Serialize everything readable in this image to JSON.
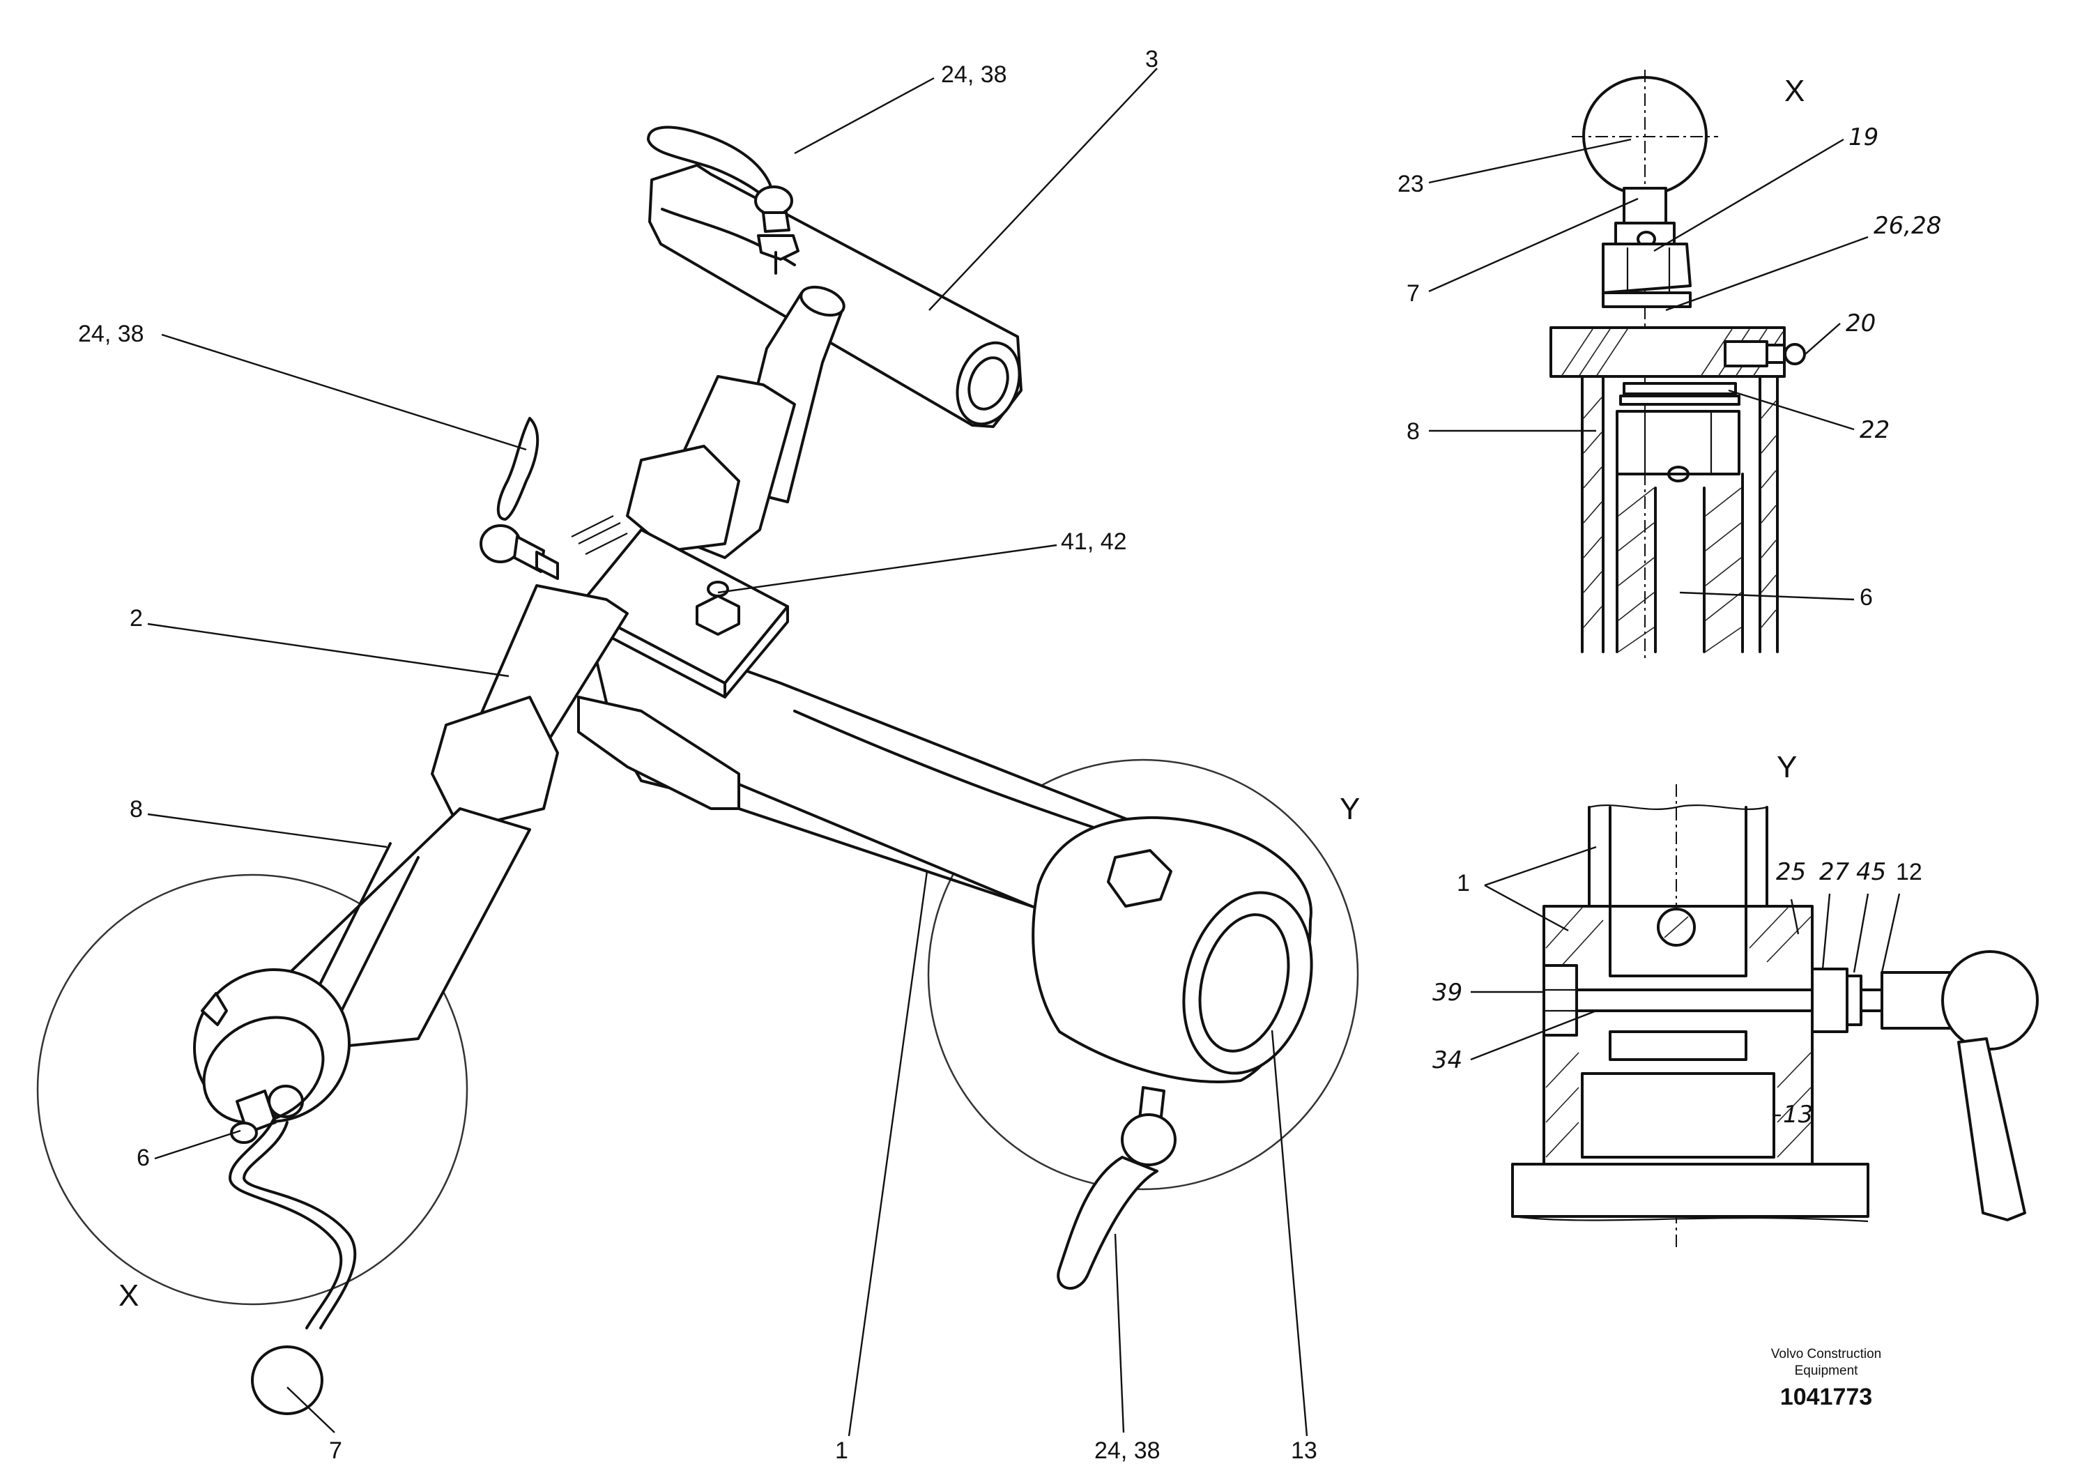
{
  "callouts": {
    "c3": "3",
    "c24_38_top": "24, 38",
    "c24_38_left": "24, 38",
    "c24_38_bottom": "24, 38",
    "c41_42": "41, 42",
    "c2": "2",
    "c8": "8",
    "c6": "6",
    "c7": "7",
    "c1": "1",
    "c13": "13"
  },
  "view_labels": {
    "x_main": "X",
    "y_main": "Y",
    "x_detail": "X",
    "y_detail": "Y"
  },
  "detail_x": {
    "c23": "23",
    "c19": "19",
    "c7": "7",
    "c26_28": "26,28",
    "c20": "20",
    "c8": "8",
    "c22": "22",
    "c6": "6"
  },
  "detail_y": {
    "c1": "1",
    "c25": "25",
    "c27": "27",
    "c45": "45",
    "c12": "12",
    "c39": "39",
    "c34": "34",
    "c13": "13"
  },
  "footer": {
    "brand_line1": "Volvo Construction",
    "brand_line2": "Equipment",
    "drawing_number": "1041773"
  }
}
